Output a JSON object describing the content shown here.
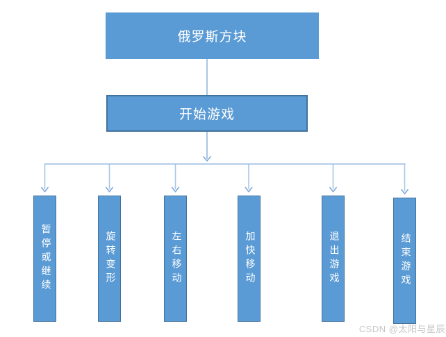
{
  "diagram": {
    "root": {
      "label": "俄罗斯方块"
    },
    "start": {
      "label": "开始游戏"
    },
    "leaves": [
      {
        "label": "暂停或继续"
      },
      {
        "label": "旋转变形"
      },
      {
        "label": "左右移动"
      },
      {
        "label": "加快移动"
      },
      {
        "label": "退出游戏"
      },
      {
        "label": "结束游戏"
      }
    ]
  },
  "watermark": {
    "text": "CSDN @太阳与星辰"
  },
  "colors": {
    "node_fill": "#5B9BD5",
    "node_border": "#41719C",
    "node_text": "#FFFFFF",
    "connector_light": "#A9C7E8",
    "connector_mid": "#7FA9DA",
    "watermark_text": "#C6C6C6"
  }
}
